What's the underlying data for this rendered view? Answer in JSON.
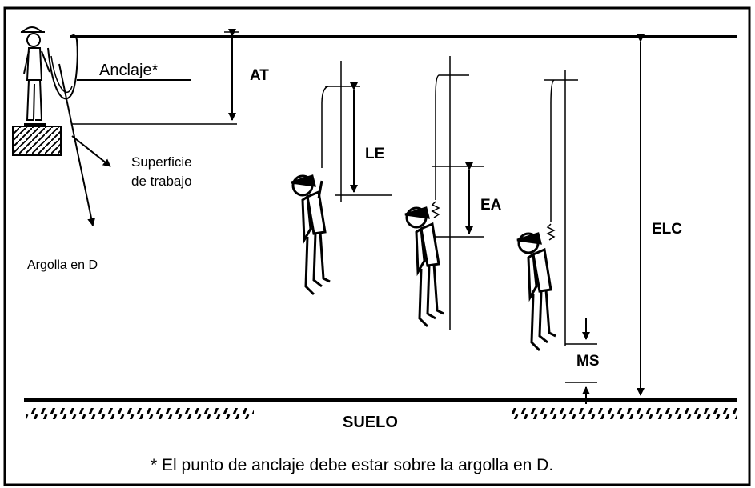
{
  "labels": {
    "anchorage": "Anclaje*",
    "at": "AT",
    "le": "LE",
    "ea": "EA",
    "elc": "ELC",
    "ms": "MS",
    "work_surface_line1": "Superficie",
    "work_surface_line2": "de trabajo",
    "d_ring": "Argolla en D",
    "ground": "SUELO",
    "footnote": "* El punto de anclaje debe estar sobre la argolla en D."
  },
  "colors": {
    "ink": "#000000",
    "background": "#ffffff"
  }
}
